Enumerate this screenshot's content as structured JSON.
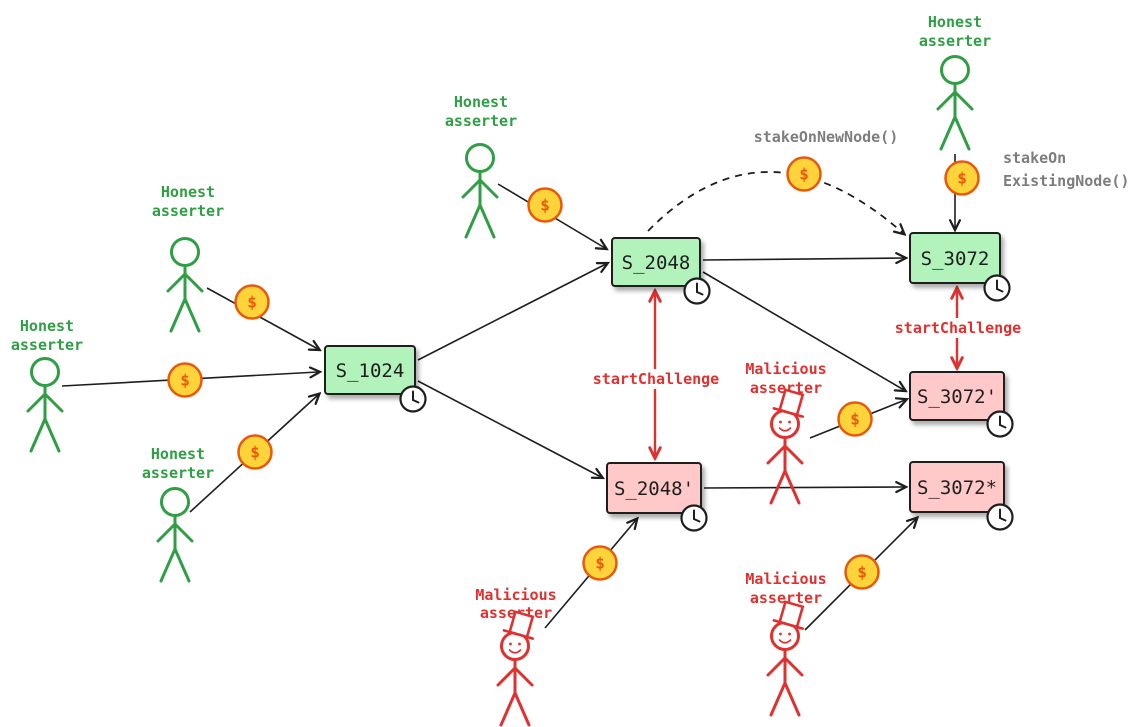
{
  "colors": {
    "ink": "#1e1e1e",
    "green": "#2f9e44",
    "green_fill": "#b2f2bb",
    "red": "#e03131",
    "red_fill": "#ffc9c9",
    "coin_fill": "#ffd43b",
    "coin_stroke": "#e8590c",
    "gray": "#7d7d7d",
    "bg": "#ffffff"
  },
  "labels": {
    "honest_asserter": {
      "line1": "Honest",
      "line2": "asserter"
    },
    "malicious_asserter": {
      "line1": "Malicious",
      "line2": "asserter"
    }
  },
  "nodes": {
    "s1024": "S_1024",
    "s2048": "S_2048",
    "s2048_prime": "S_2048'",
    "s3072": "S_3072",
    "s3072_prime": "S_3072'",
    "s3072_star": "S_3072*"
  },
  "edge_labels": {
    "stake_on_new_node": "stakeOnNewNode()",
    "stake_on_existing_node_line1": "stakeOn",
    "stake_on_existing_node_line2": "ExistingNode()",
    "start_challenge_2048": "startChallenge",
    "start_challenge_3072": "startChallenge"
  },
  "coin_symbol": "$"
}
